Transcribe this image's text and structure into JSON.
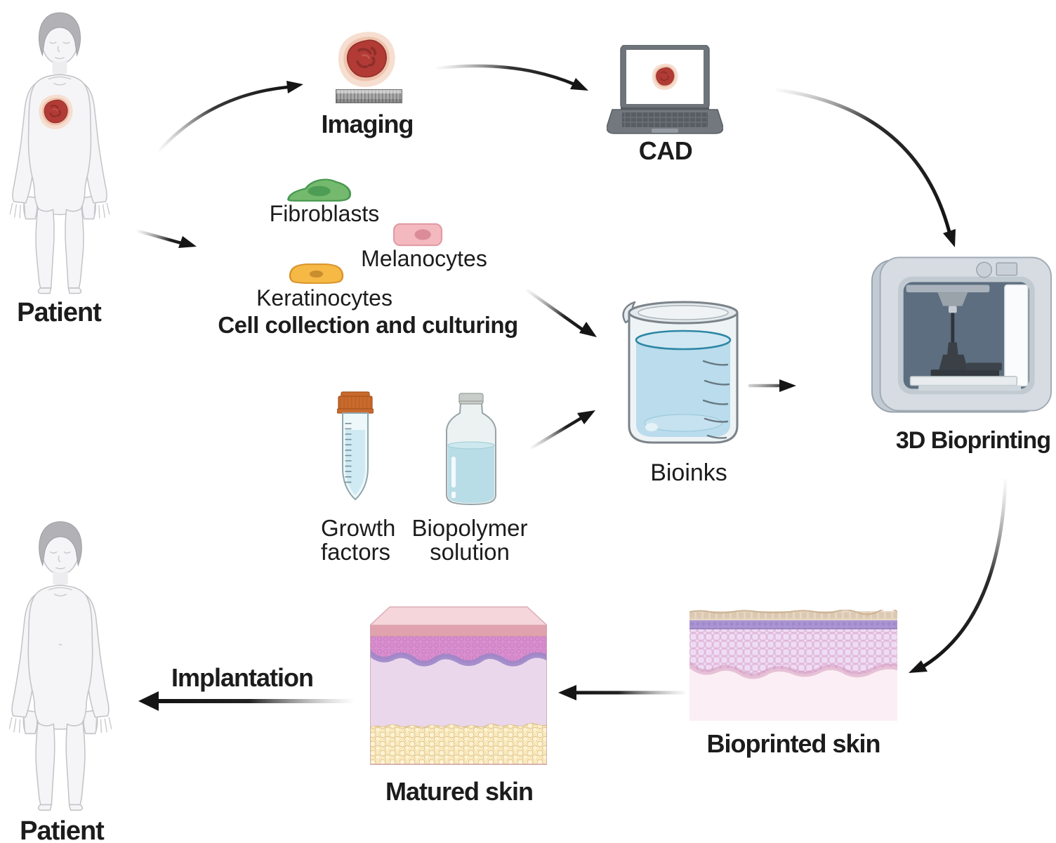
{
  "figure_type": "workflow-diagram",
  "title": "3D bioprinting of skin workflow",
  "nodes": {
    "patient_top": {
      "label": "Patient"
    },
    "imaging": {
      "label": "Imaging"
    },
    "cad": {
      "label": "CAD"
    },
    "fibroblasts": {
      "label": "Fibroblasts"
    },
    "melanocytes": {
      "label": "Melanocytes"
    },
    "keratinocytes": {
      "label": "Keratinocytes"
    },
    "cell_collection": {
      "label": "Cell collection and culturing"
    },
    "growth_factors": {
      "line1": "Growth",
      "line2": "factors"
    },
    "biopolymer": {
      "line1": "Biopolymer",
      "line2": "solution"
    },
    "bioinks": {
      "label": "Bioinks"
    },
    "bioprinting": {
      "label": "3D Bioprinting"
    },
    "bioprinted_skin": {
      "label": "Bioprinted skin"
    },
    "matured_skin": {
      "label": "Matured skin"
    },
    "implantation": {
      "label": "Implantation"
    },
    "patient_bottom": {
      "label": "Patient"
    }
  },
  "arrows": [
    {
      "id": "patient-to-imaging",
      "from": "Patient",
      "to": "Imaging"
    },
    {
      "id": "imaging-to-cad",
      "from": "Imaging",
      "to": "CAD"
    },
    {
      "id": "cad-to-bioprinting",
      "from": "CAD",
      "to": "3D Bioprinting"
    },
    {
      "id": "patient-to-cells",
      "from": "Patient",
      "to": "Cell collection and culturing"
    },
    {
      "id": "cells-to-bioinks",
      "from": "Cell collection and culturing",
      "to": "Bioinks"
    },
    {
      "id": "solutions-to-bioinks",
      "from": "Growth factors / Biopolymer solution",
      "to": "Bioinks"
    },
    {
      "id": "bioinks-to-bioprinting",
      "from": "Bioinks",
      "to": "3D Bioprinting"
    },
    {
      "id": "bioprinting-to-skin",
      "from": "3D Bioprinting",
      "to": "Bioprinted skin"
    },
    {
      "id": "bioprinted-to-matured",
      "from": "Bioprinted skin",
      "to": "Matured skin"
    },
    {
      "id": "implantation-arrow",
      "from": "Matured skin",
      "to": "Patient",
      "label": "Implantation"
    }
  ],
  "icons": {
    "patient-figure": "human-silhouette",
    "wound-icon": "red-wound-blob",
    "imaging-platform-icon": "gray-ruler-slab",
    "laptop-icon": "laptop-with-wound-scan",
    "fibroblast-icon": "green-cell",
    "melanocyte-icon": "pink-cell",
    "keratinocyte-icon": "orange-cell",
    "centrifuge-tube-icon": "tube-orange-cap",
    "reagent-bottle-icon": "bottle-gray-cap",
    "beaker-icon": "beaker-blue-liquid",
    "bioprinter-icon": "3d-printer-box",
    "bioprinted-skin-graphic": "flat-skin-cross-section",
    "matured-skin-graphic": "3d-skin-block"
  },
  "colors": {
    "background": "#ffffff",
    "text": "#1c1c1c",
    "arrow": "#151515",
    "body_fill": "#f5f5f7",
    "body_stroke": "#c4c4c8",
    "hair": "#b2b2b6",
    "wound_core": "#b23b35",
    "wound_mid": "#efc3ad",
    "wound_glow": "#f6ded0",
    "fibroblast_fill": "#74b96d",
    "fibroblast_nucleus": "#4d9e54",
    "melanocyte_fill": "#f3b9bf",
    "melanocyte_nucleus": "#db8c96",
    "keratinocyte_fill": "#f6b945",
    "keratinocyte_nucleus": "#c98f2e",
    "tube_cap_orange": "#c96a2d",
    "liquid_blue": "#badcec",
    "beaker_line": "#2d87a5",
    "laptop_gray": "#6e747a",
    "printer_frame": "#d6dce2",
    "printer_interior": "#5c6e7f",
    "skin_corneum_tan": "#e7d6c4",
    "skin_band_purple": "#ab95d2",
    "skin_epidermis_lavender": "#eedcf4",
    "skin_base_pink": "#fbeef4",
    "matured_top_pink": "#f5d6db",
    "matured_band_pink": "#e0a3ad",
    "matured_epidermis_magenta": "#d98fcf",
    "matured_wave_purple": "#9c86c8",
    "matured_dermis": "#ead7eb",
    "matured_fat_yellow": "#f9e9bc"
  }
}
